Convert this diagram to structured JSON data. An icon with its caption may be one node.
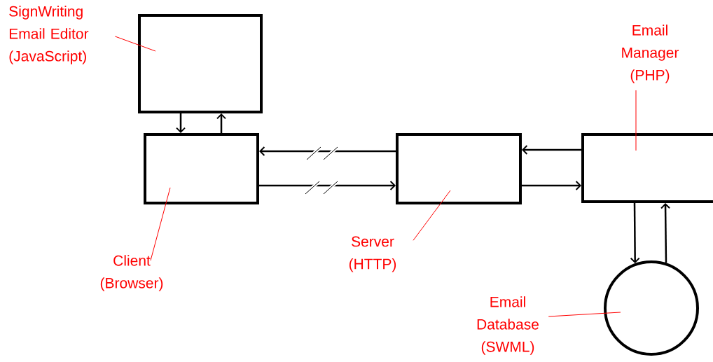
{
  "diagram": {
    "nodes": [
      {
        "text": [],
        "shape": "box"
      },
      {
        "text": [],
        "shape": "box"
      },
      {
        "text": [],
        "shape": "box"
      },
      {
        "text": [],
        "shape": "box"
      },
      {
        "text": [],
        "shape": "circle"
      },
      {
        "text": [
          "SignWriting Email Editor (JavaScript)"
        ]
      },
      {
        "text": [
          "Client (Browser)"
        ]
      },
      {
        "text": [
          "Server (HTTP)"
        ]
      },
      {
        "text": [
          "Email Manager (PHP)"
        ]
      },
      {
        "text": [
          "Email Database (SWML)"
        ]
      }
    ],
    "edges": [
      {
        "from": 0,
        "to": 1,
        "arrow": "to"
      },
      {
        "from": 1,
        "to": 0,
        "arrow": "to"
      },
      {
        "from": 2,
        "to": 1,
        "arrow": "to"
      },
      {
        "from": 1,
        "to": 2,
        "arrow": "to"
      },
      {
        "from": 3,
        "to": 2,
        "arrow": "to"
      },
      {
        "from": 2,
        "to": 3,
        "arrow": "to"
      },
      {
        "from": 3,
        "to": 4,
        "arrow": "to"
      },
      {
        "from": 4,
        "to": 3,
        "arrow": "to"
      },
      {
        "from": 5,
        "to": 0,
        "arrow": "none",
        "color": "#ff0000"
      },
      {
        "from": 6,
        "to": 1,
        "arrow": "none",
        "color": "#ff0000"
      },
      {
        "from": 7,
        "to": 2,
        "arrow": "none",
        "color": "#ff0000"
      },
      {
        "from": 8,
        "to": 3,
        "arrow": "none",
        "color": "#ff0000"
      },
      {
        "from": 9,
        "to": 4,
        "arrow": "none",
        "color": "#ff0000"
      }
    ]
  }
}
